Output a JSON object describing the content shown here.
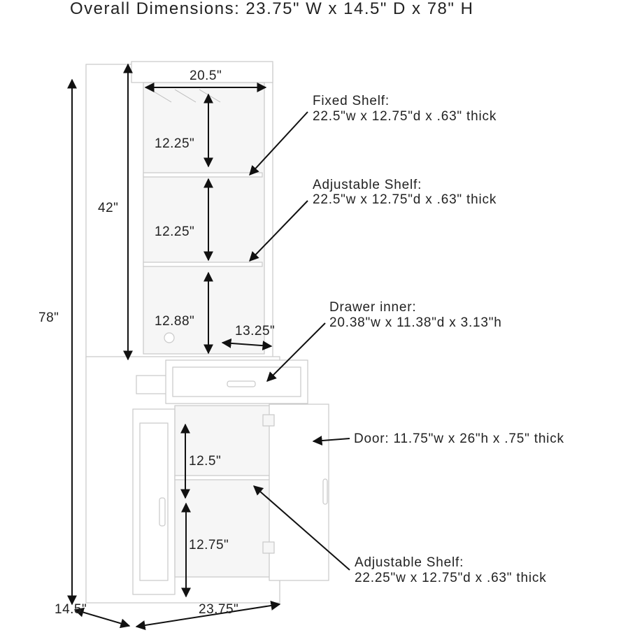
{
  "title": "Overall Dimensions: 23.75\" W x 14.5\" D x 78\" H",
  "dimensions": {
    "height_total": "78\"",
    "hutch_height": "42\"",
    "hutch_inner_width": "20.5\"",
    "upper_space_1": "12.25\"",
    "upper_space_2": "12.25\"",
    "upper_space_3": "12.88\"",
    "inner_depth": "13.25\"",
    "lower_space_1": "12.5\"",
    "lower_space_2": "12.75\"",
    "depth": "14.5\"",
    "width": "23.75\""
  },
  "annotations": {
    "fixed_shelf": {
      "label": "Fixed Shelf:",
      "spec": "22.5\"w x 12.75\"d x .63\" thick"
    },
    "adjustable_shelf_upper": {
      "label": "Adjustable Shelf:",
      "spec": "22.5\"w x 12.75\"d x .63\" thick"
    },
    "drawer_inner": {
      "label": "Drawer inner:",
      "spec": "20.38\"w x 11.38\"d x 3.13\"h"
    },
    "door": {
      "label": "Door: 11.75\"w x 26\"h x .75\" thick"
    },
    "adjustable_shelf_lower": {
      "label": "Adjustable Shelf:",
      "spec": "22.25\"w x 12.75\"d x .63\" thick"
    }
  }
}
